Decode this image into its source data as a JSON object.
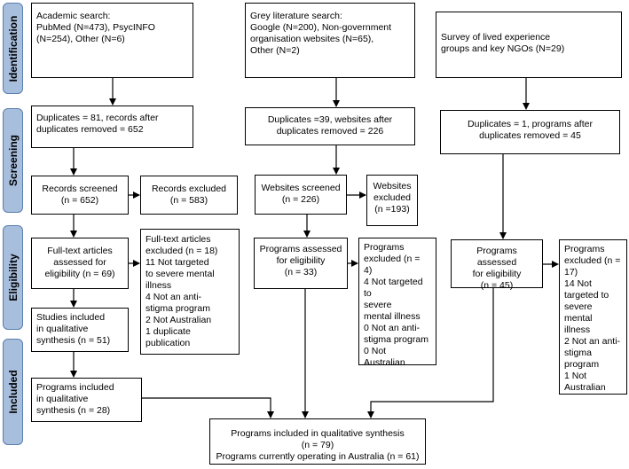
{
  "stages": {
    "identification": "Identification",
    "screening": "Screening",
    "eligibility": "Eligibility",
    "included": "Included"
  },
  "academic": {
    "search": [
      "Academic search:",
      "PubMed (N=473), PsycINFO",
      "(N=254), Other (N=6)"
    ],
    "duplicates": [
      "Duplicates = 81, records after",
      "duplicates removed = 652"
    ],
    "screened": [
      "Records screened",
      "(n = 652)"
    ],
    "excluded": [
      "Records excluded",
      "(n = 583)"
    ],
    "fulltext": [
      "Full-text articles",
      "assessed for",
      "eligibility (n = 69)"
    ],
    "fulltext_excluded": [
      "Full-text articles",
      "excluded (n = 18)",
      "11 Not targeted",
      "to severe mental",
      "illness",
      "4 Not an anti-",
      "stigma program",
      "2 Not Australian",
      "1 duplicate",
      "publication"
    ],
    "studies": [
      "Studies included",
      "in qualitative",
      "synthesis (n = 51)"
    ],
    "programs": [
      "Programs included",
      "in qualitative",
      "synthesis (n = 28)"
    ]
  },
  "grey": {
    "search": [
      "Grey literature search:",
      "Google (N=200), Non-government",
      "organisation websites (N=65),",
      "Other (N=2)"
    ],
    "duplicates": [
      "Duplicates =39, websites after",
      "duplicates removed = 226"
    ],
    "screened": [
      "Websites screened",
      "(n = 226)"
    ],
    "excluded": [
      "Websites",
      "excluded",
      "(n =193)"
    ],
    "assessed": [
      "Programs assessed",
      "for eligibility",
      "(n = 33)"
    ],
    "assessed_excluded": [
      "Programs",
      "excluded (n =",
      "4)",
      "4 Not targeted to",
      "severe",
      "mental illness",
      "0 Not an anti-",
      "stigma program",
      "0 Not",
      "Australian"
    ]
  },
  "survey": {
    "search": [
      "Survey of lived experience",
      "groups and key NGOs (N=29)"
    ],
    "duplicates": [
      "Duplicates = 1, programs after",
      "duplicates removed = 45"
    ],
    "assessed": [
      "Programs assessed",
      "for eligibility",
      "(n = 45)"
    ],
    "assessed_excluded": [
      "Programs",
      "excluded (n =",
      "17)",
      "14 Not",
      "targeted to",
      "severe mental",
      "illness",
      "2 Not an anti-",
      "stigma",
      "program",
      "1 Not",
      "Australian"
    ]
  },
  "final": [
    "Programs included in qualitative synthesis",
    "(n = 79)",
    "Programs currently operating in Australia (n = 61)"
  ]
}
